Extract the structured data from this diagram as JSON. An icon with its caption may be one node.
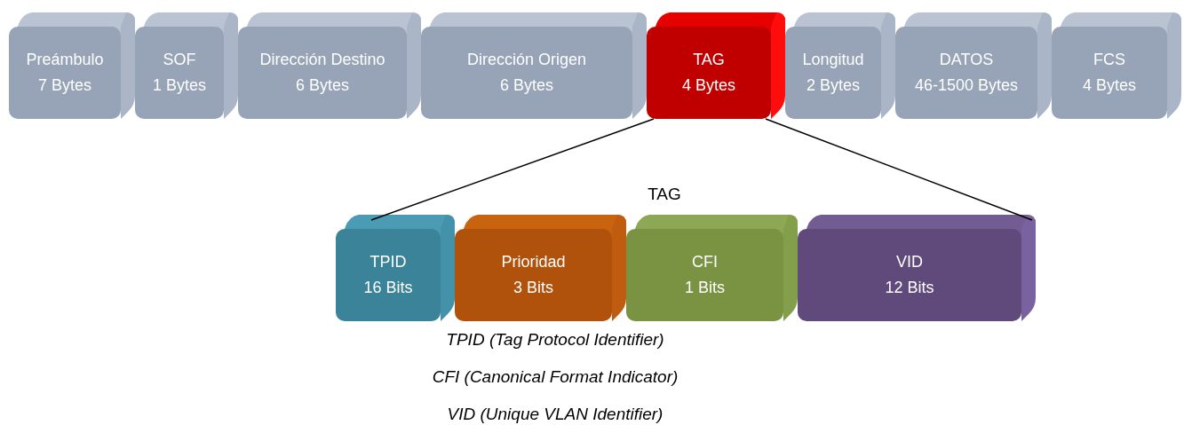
{
  "diagram": {
    "nodes": [
      {
        "text": [
          "Preámbulo",
          "7 Bytes"
        ]
      },
      {
        "text": [
          "SOF",
          "1 Bytes"
        ]
      },
      {
        "text": [
          "Dirección Destino",
          "6 Bytes"
        ]
      },
      {
        "text": [
          "Dirección Origen",
          "6 Bytes"
        ]
      },
      {
        "text": [
          "TAG",
          "4 Bytes"
        ]
      },
      {
        "text": [
          "Longitud",
          "2 Bytes"
        ]
      },
      {
        "text": [
          "DATOS",
          "46-1500 Bytes"
        ]
      },
      {
        "text": [
          "FCS",
          "4 Bytes"
        ]
      },
      {
        "text": [
          "TPID",
          "16 Bits"
        ]
      },
      {
        "text": [
          "Prioridad",
          "3 Bits"
        ]
      },
      {
        "text": [
          "CFI",
          "1 Bits"
        ]
      },
      {
        "text": [
          "VID",
          "12 Bits"
        ]
      }
    ],
    "edges": [
      {
        "from": 4,
        "to": 8,
        "arrow": "none"
      },
      {
        "from": 4,
        "to": 11,
        "arrow": "none"
      }
    ],
    "labels": [
      "TAG",
      "TPID (Tag Protocol Identifier)",
      "CFI (Canonical Format Indicator)",
      "VID (Unique VLAN Identifier)"
    ]
  }
}
